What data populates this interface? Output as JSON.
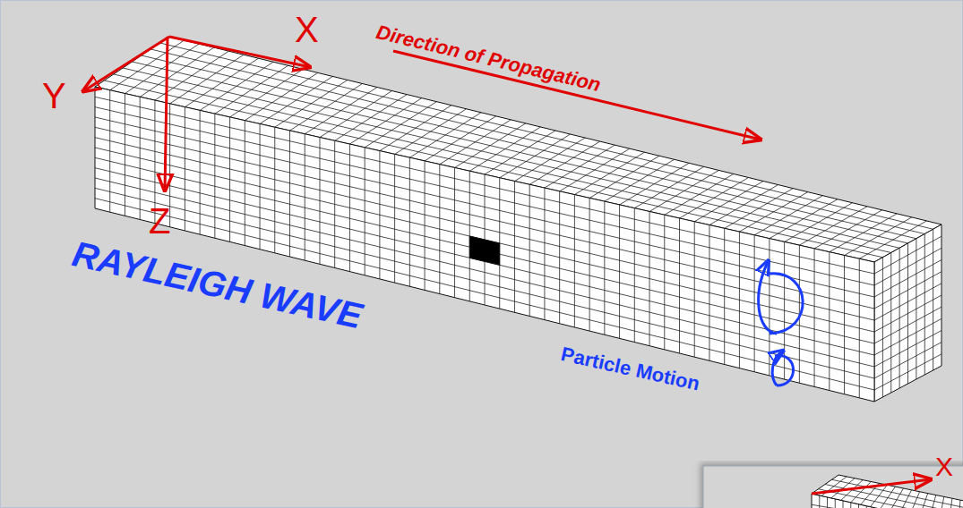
{
  "diagram": {
    "title": "RAYLEIGH WAVE",
    "labels": [
      "X",
      "Y",
      "Z",
      "Direction of Propagation",
      "Particle Motion",
      "X"
    ]
  }
}
